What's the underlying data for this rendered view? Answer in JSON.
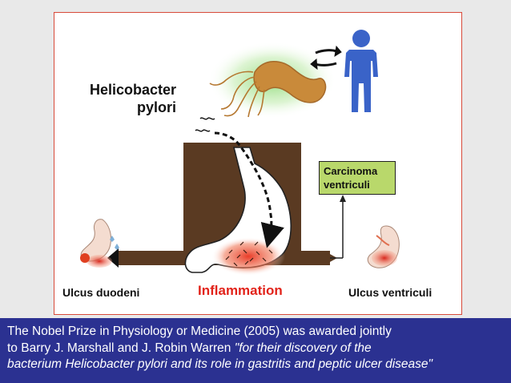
{
  "diagram": {
    "helicobacter_line1": "Helicobacter",
    "helicobacter_line2": "pylori",
    "carcinoma_line1": "Carcinoma",
    "carcinoma_line2": "ventriculi",
    "ulcus_duodeni": "Ulcus duodeni",
    "inflammation": "Inflammation",
    "ulcus_ventriculi": "Ulcus ventriculi"
  },
  "caption": {
    "line1": "The Nobel Prize in Physiology or Medicine (2005) was awarded jointly",
    "line2_plain": "to Barry J. Marshall and J. Robin Warren ",
    "line2_italic": "\"for their discovery of the",
    "line3_italic": "bacterium Helicobacter pylori and its role in gastritis and peptic ulcer disease\""
  },
  "colors": {
    "frame_border": "#d84a3a",
    "caption_background": "#2b3191",
    "inflammation_text": "#e2231a",
    "carcinoma_box": "#b9d86b",
    "block_brown": "#5a3a22",
    "human_figure": "#3a63c8",
    "bacterium": "#c98a3a"
  },
  "icons": [
    "bacterium-illustration",
    "human-figure-icon",
    "exchange-arrows-icon",
    "stomach-illustration",
    "small-stomach-duodeni-icon",
    "small-stomach-ventriculi-icon"
  ]
}
